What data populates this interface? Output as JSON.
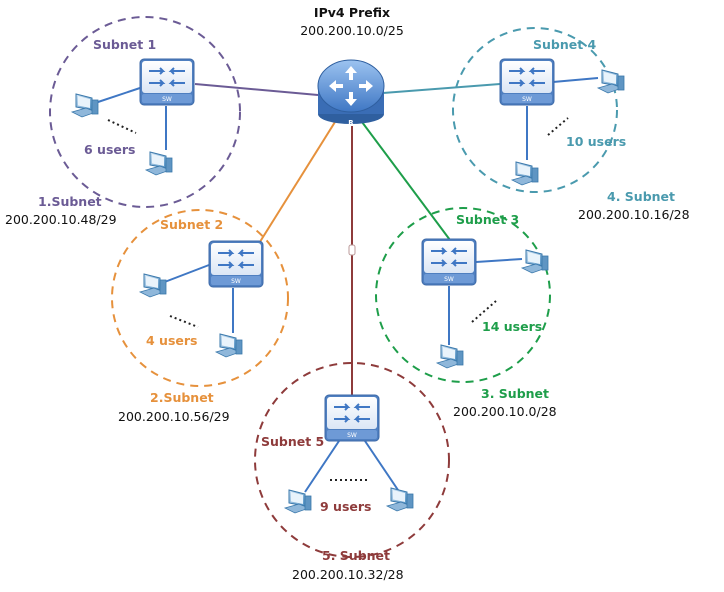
{
  "title": "IPv4 Prefix",
  "prefix": "200.200.10.0/25",
  "router_label": "R",
  "switch_label": "SW",
  "subnets": [
    {
      "name": "Subnet 1",
      "users": "6 users",
      "caption": "1.Subnet",
      "address": "200.200.10.48/29",
      "color": "#6B5B95"
    },
    {
      "name": "Subnet 2",
      "users": "4 users",
      "caption": "2.Subnet",
      "address": "200.200.10.56/29",
      "color": "#E6913C"
    },
    {
      "name": "Subnet 3",
      "users": "14 users",
      "caption": "3. Subnet",
      "address": "200.200.10.0/28",
      "color": "#1E9E4A"
    },
    {
      "name": "Subnet 4",
      "users": "10 users",
      "caption": "4. Subnet",
      "address": "200.200.10.16/28",
      "color": "#4A9AAE"
    },
    {
      "name": "Subnet 5",
      "users": "9 users",
      "caption": "5. Subnet",
      "address": "200.200.10.32/28",
      "color": "#8E3B3B"
    }
  ],
  "colors": {
    "router": "#5A8FD0",
    "switch_body": "#5B8BC9",
    "switch_top": "#EAF1FB",
    "pc": "#3F7FB0"
  },
  "icons": [
    "router-icon",
    "switch-icon",
    "pc-icon"
  ]
}
